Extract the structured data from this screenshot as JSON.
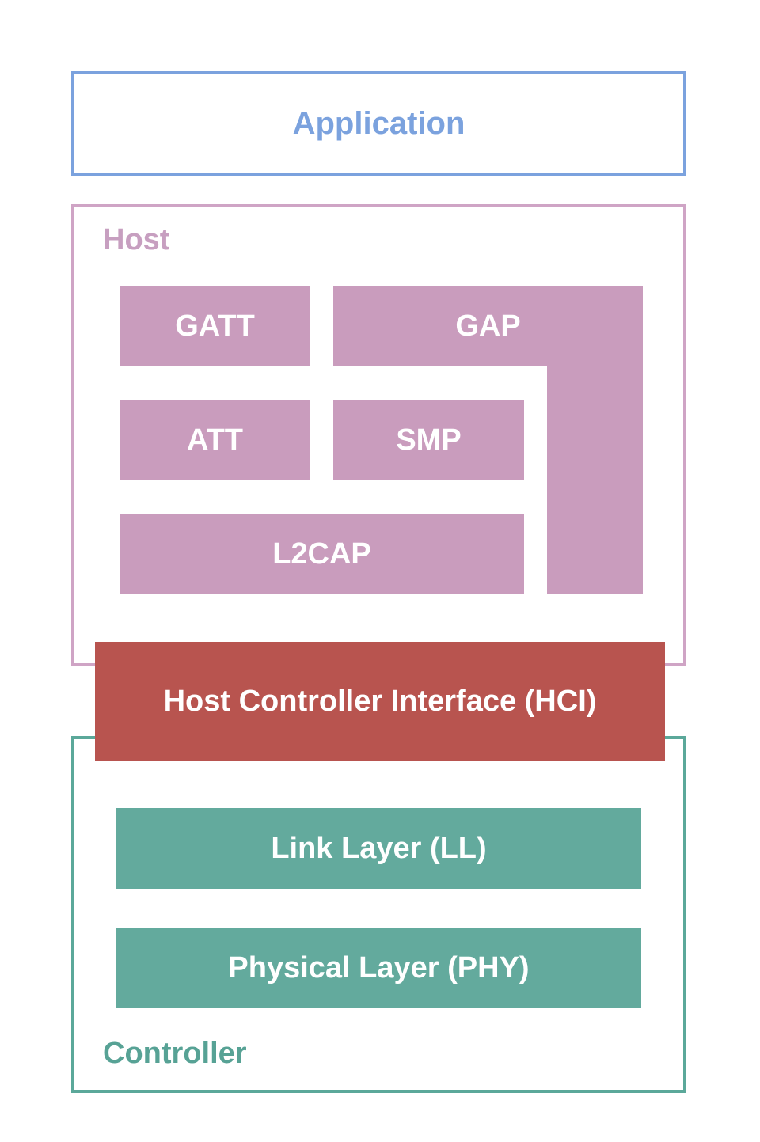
{
  "diagram": {
    "application": {
      "label": "Application"
    },
    "host": {
      "label": "Host",
      "blocks": {
        "gatt": "GATT",
        "gap": "GAP",
        "att": "ATT",
        "smp": "SMP",
        "l2cap": "L2CAP"
      }
    },
    "hci": {
      "label": "Host Controller Interface (HCI)"
    },
    "controller": {
      "label": "Controller",
      "blocks": {
        "link_layer": "Link Layer (LL)",
        "physical_layer": "Physical Layer (PHY)"
      }
    },
    "colors": {
      "application_blue": "#7ba2de",
      "host_border_pink": "#cfa4c5",
      "host_label_pink": "#c79fc0",
      "block_fill_pink": "#c99cbd",
      "hci_red": "#b8544f",
      "controller_border_teal": "#5ba89a",
      "controller_label_teal": "#57a295",
      "block_fill_teal": "#63aa9d",
      "block_text": "#ffffff",
      "background": "#ffffff"
    }
  }
}
